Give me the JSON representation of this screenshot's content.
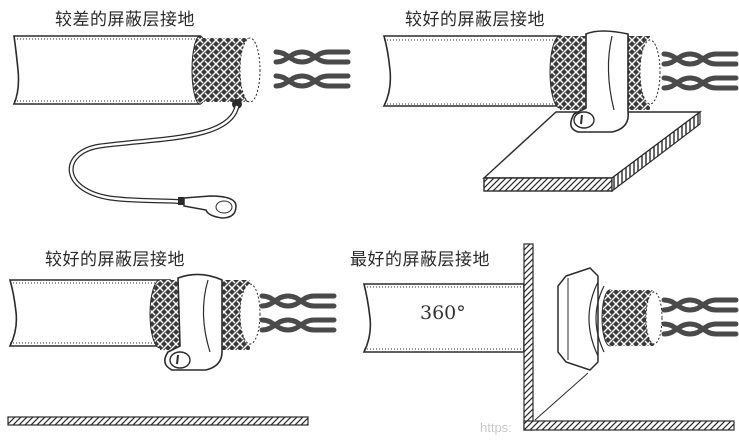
{
  "figure": {
    "panels": [
      {
        "id": "poor",
        "label": "较差的屏蔽层接地",
        "method": "pigtail ground wire with ring lug"
      },
      {
        "id": "better-plate",
        "label": "较好的屏蔽层接地",
        "method": "clamp to ground plate"
      },
      {
        "id": "better-bar",
        "label": "较好的屏蔽层接地",
        "method": "clamp to ground bar"
      },
      {
        "id": "best",
        "label": "最好的屏蔽层接地",
        "method": "360° gland through bulkhead",
        "annotation": "360°"
      }
    ],
    "watermark": "https:"
  },
  "colors": {
    "ink": "#2b2b2b",
    "braid": "#3a3a3a",
    "wire": "#4a4a4a",
    "background": "#ffffff",
    "watermark": "#c8c8c8"
  }
}
